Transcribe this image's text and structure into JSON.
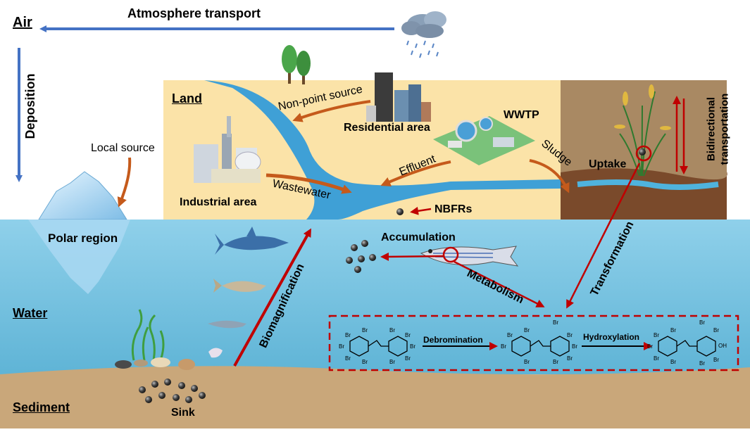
{
  "zones": {
    "air": "Air",
    "land": "Land",
    "water": "Water",
    "sediment": "Sediment"
  },
  "labels": {
    "atmosphere_transport": "Atmosphere transport",
    "deposition": "Deposition",
    "local_source": "Local source",
    "polar_region": "Polar region",
    "non_point_source": "Non-point source",
    "residential_area": "Residential area",
    "wwtp": "WWTP",
    "industrial_area": "Industrial area",
    "wastewater": "Wastewater",
    "effluent": "Effluent",
    "sludge": "Sludge",
    "nbfrs": "NBFRs",
    "uptake": "Uptake",
    "bidirectional_line1": "Bidirectional",
    "bidirectional_line2": "transportation",
    "transformation": "Transformation",
    "accumulation": "Accumulation",
    "metabolism": "Metabolism",
    "biomagnification": "Biomagnification",
    "sink": "Sink"
  },
  "reaction": {
    "step1": "Debromination",
    "step2": "Hydroxylation",
    "br": "Br",
    "oh": "OH"
  },
  "colors": {
    "sky": "#ffffff",
    "land": "#fbe3a8",
    "soil": "#a98963",
    "water": "#7ec8e3",
    "sediment": "#c9a77a",
    "river": "#3fa0d6",
    "blue_arrow": "#4472c4",
    "orange_arrow": "#c55a1b",
    "red_arrow": "#c00000",
    "dash_box": "#c00000"
  }
}
